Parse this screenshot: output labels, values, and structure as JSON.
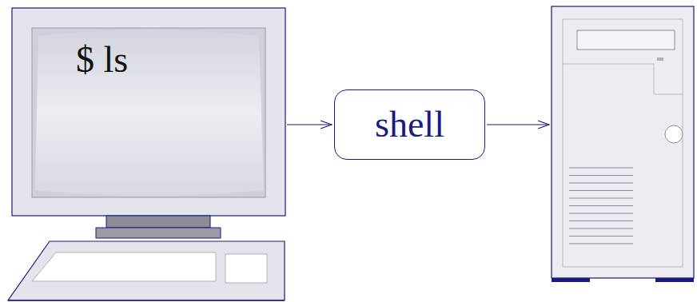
{
  "diagram": {
    "nodes": [
      {
        "text": [
          "$ ls"
        ]
      },
      {
        "text": [
          "shell"
        ]
      },
      {
        "text": []
      }
    ],
    "edges": [
      {
        "from": 0,
        "to": 1,
        "arrow": "to"
      },
      {
        "from": 1,
        "to": 2,
        "arrow": "to"
      }
    ]
  }
}
